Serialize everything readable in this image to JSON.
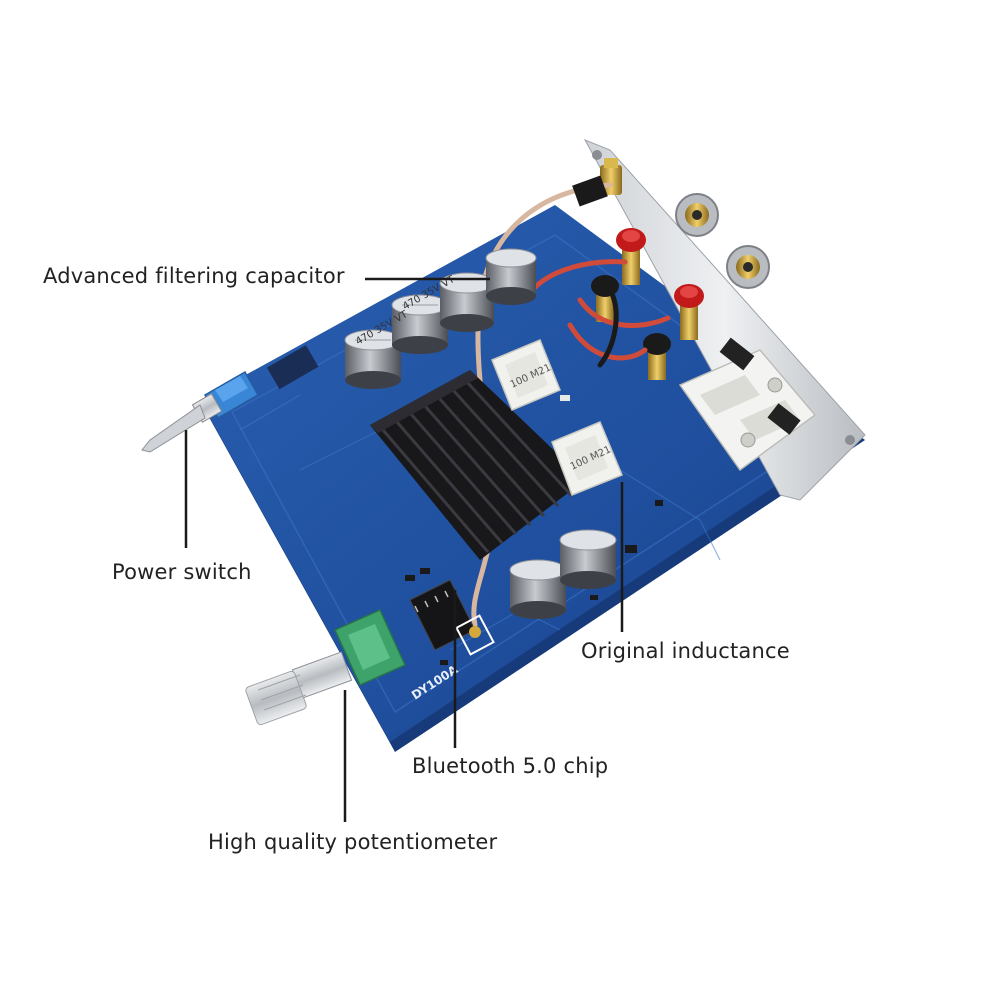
{
  "callouts": {
    "capacitor": "Advanced filtering capacitor",
    "power_switch": "Power switch",
    "inductance": "Original inductance",
    "bluetooth": "Bluetooth 5.0 chip",
    "potentiometer": "High quality potentiometer"
  },
  "board": {
    "model": "DY100A",
    "capacitor_marking": "470 35V VT",
    "inductor_marking": "100 M21"
  },
  "colors": {
    "pcb": "#1f4f9e",
    "pcb_edge": "#163a7a",
    "heatsink": "#1e1e22",
    "terminal_red": "#c21a1a",
    "terminal_gold": "#d4a83a",
    "leader_line": "#1a1a1a"
  }
}
